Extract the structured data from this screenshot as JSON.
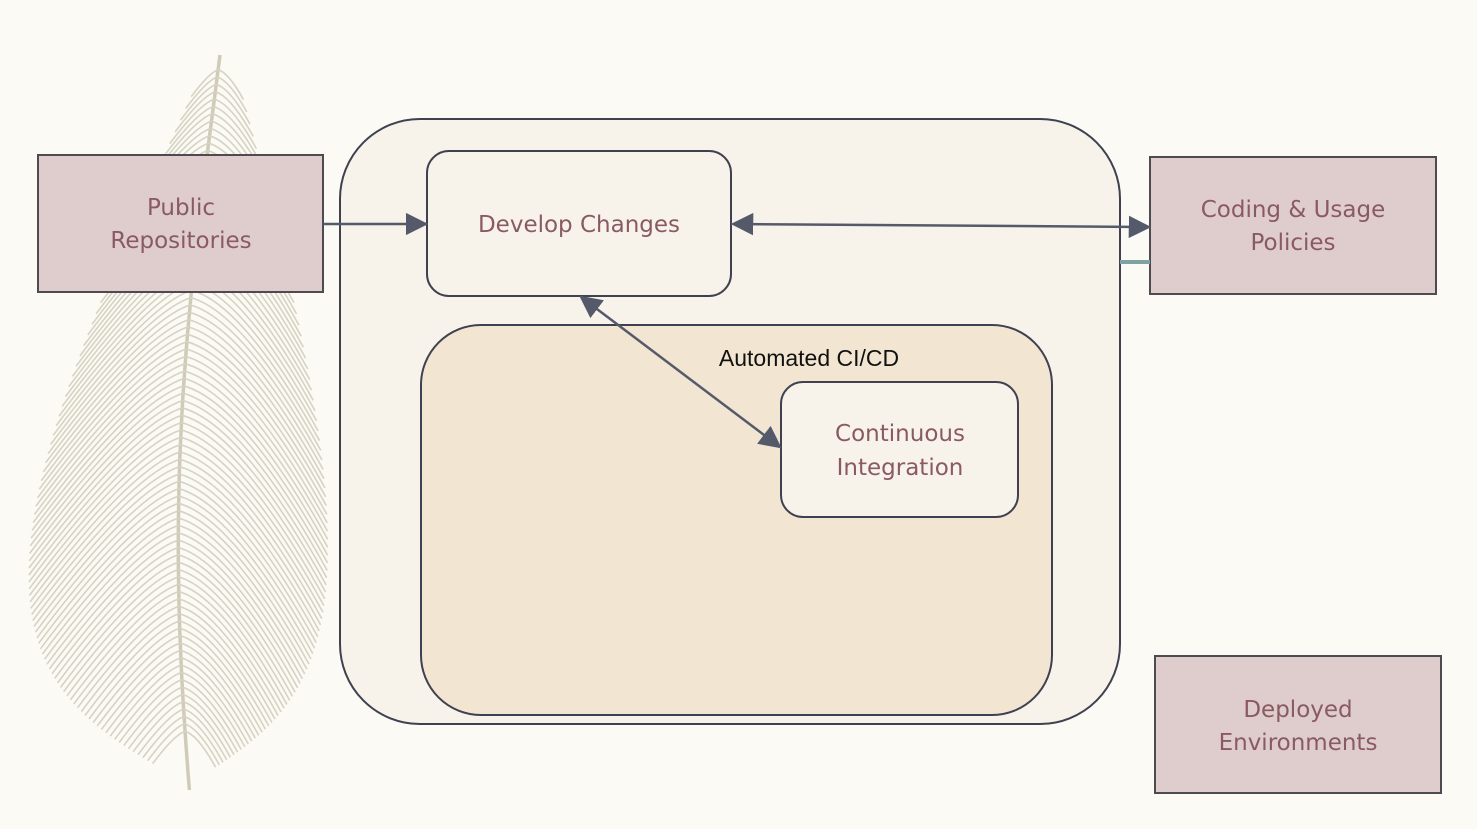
{
  "boxes": {
    "public_repos": {
      "line1": "Public",
      "line2": "Repositories"
    },
    "develop": {
      "label": "Develop Changes"
    },
    "coding_policies": {
      "line1": "Coding & Usage",
      "line2": "Policies"
    },
    "automated_cicd": {
      "label": "Automated CI/CD"
    },
    "ci": {
      "line1": "Continuous",
      "line2": "Integration"
    },
    "deployed": {
      "line1": "Deployed",
      "line2": "Environments"
    }
  },
  "colors": {
    "background": "#fbfaf5",
    "outer_container_fill": "#f7f3ea",
    "outer_container_stroke": "#3f4150",
    "cicd_fill": "#f2e6d2",
    "inner_box_fill": "#f7f3ea",
    "pink_box_fill": "#dfcccd",
    "pink_box_stroke": "#4e4a52",
    "box_text": "#8a5a62",
    "arrow": "#555a6b",
    "teal_accent": "#7fa3a3",
    "feather": "#d6d3c2"
  }
}
